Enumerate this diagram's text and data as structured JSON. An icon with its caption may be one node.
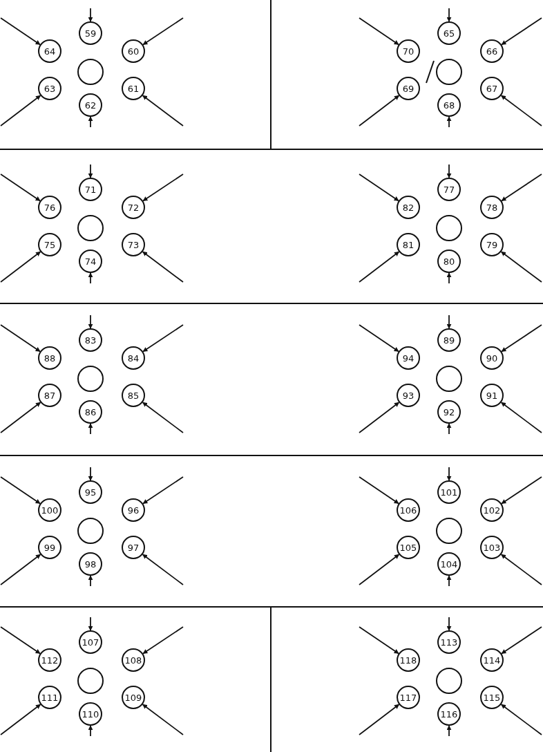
{
  "diagram": {
    "nodes": [
      {
        "text": [
          "59"
        ]
      },
      {
        "text": [
          "64"
        ]
      },
      {
        "text": [
          "60"
        ]
      },
      {
        "text": [],
        "shape": "circle"
      },
      {
        "text": [
          "63"
        ]
      },
      {
        "text": [
          "61"
        ]
      },
      {
        "text": [
          "62"
        ]
      },
      {
        "text": [
          "65"
        ]
      },
      {
        "text": [
          "70"
        ]
      },
      {
        "text": [
          "66"
        ]
      },
      {
        "text": [],
        "shape": "circle"
      },
      {
        "text": [
          "69"
        ]
      },
      {
        "text": [
          "67"
        ]
      },
      {
        "text": [
          "68"
        ]
      },
      {
        "text": [
          "71"
        ]
      },
      {
        "text": [
          "76"
        ]
      },
      {
        "text": [
          "72"
        ]
      },
      {
        "text": [],
        "shape": "circle"
      },
      {
        "text": [
          "75"
        ]
      },
      {
        "text": [
          "73"
        ]
      },
      {
        "text": [
          "74"
        ]
      },
      {
        "text": [
          "77"
        ]
      },
      {
        "text": [
          "82"
        ]
      },
      {
        "text": [
          "78"
        ]
      },
      {
        "text": [],
        "shape": "circle"
      },
      {
        "text": [
          "81"
        ]
      },
      {
        "text": [
          "79"
        ]
      },
      {
        "text": [
          "80"
        ]
      },
      {
        "text": [
          "83"
        ]
      },
      {
        "text": [
          "88"
        ]
      },
      {
        "text": [
          "84"
        ]
      },
      {
        "text": [],
        "shape": "circle"
      },
      {
        "text": [
          "87"
        ]
      },
      {
        "text": [
          "85"
        ]
      },
      {
        "text": [
          "86"
        ]
      },
      {
        "text": [
          "89"
        ]
      },
      {
        "text": [
          "94"
        ]
      },
      {
        "text": [
          "90"
        ]
      },
      {
        "text": [],
        "shape": "circle"
      },
      {
        "text": [
          "93"
        ]
      },
      {
        "text": [
          "91"
        ]
      },
      {
        "text": [
          "92"
        ]
      },
      {
        "text": [
          "95"
        ]
      },
      {
        "text": [
          "100"
        ]
      },
      {
        "text": [
          "96"
        ]
      },
      {
        "text": [],
        "shape": "circle"
      },
      {
        "text": [
          "99"
        ]
      },
      {
        "text": [
          "97"
        ]
      },
      {
        "text": [
          "98"
        ]
      },
      {
        "text": [
          "101"
        ]
      },
      {
        "text": [
          "106"
        ]
      },
      {
        "text": [
          "102"
        ]
      },
      {
        "text": [],
        "shape": "circle"
      },
      {
        "text": [
          "105"
        ]
      },
      {
        "text": [
          "103"
        ]
      },
      {
        "text": [
          "104"
        ]
      },
      {
        "text": [
          "107"
        ]
      },
      {
        "text": [
          "112"
        ]
      },
      {
        "text": [
          "108"
        ]
      },
      {
        "text": [],
        "shape": "circle"
      },
      {
        "text": [
          "111"
        ]
      },
      {
        "text": [
          "109"
        ]
      },
      {
        "text": [
          "110"
        ]
      },
      {
        "text": [
          "113"
        ]
      },
      {
        "text": [
          "118"
        ]
      },
      {
        "text": [
          "114"
        ]
      },
      {
        "text": [],
        "shape": "circle"
      },
      {
        "text": [
          "117"
        ]
      },
      {
        "text": [
          "115"
        ]
      },
      {
        "text": [
          "116"
        ]
      }
    ],
    "edges": [
      {
        "from": null,
        "to": 0,
        "arrow": "to"
      },
      {
        "from": null,
        "to": 1,
        "arrow": "to"
      },
      {
        "from": null,
        "to": 2,
        "arrow": "to"
      },
      {
        "from": null,
        "to": 4,
        "arrow": "to"
      },
      {
        "from": null,
        "to": 5,
        "arrow": "to"
      },
      {
        "from": null,
        "to": 6,
        "arrow": "to"
      },
      {
        "from": null,
        "to": 7,
        "arrow": "to"
      },
      {
        "from": null,
        "to": 8,
        "arrow": "to"
      },
      {
        "from": null,
        "to": 9,
        "arrow": "to"
      },
      {
        "from": null,
        "to": 11,
        "arrow": "to"
      },
      {
        "from": null,
        "to": 12,
        "arrow": "to"
      },
      {
        "from": null,
        "to": 13,
        "arrow": "to"
      },
      {
        "from": null,
        "to": 14,
        "arrow": "to"
      },
      {
        "from": null,
        "to": 15,
        "arrow": "to"
      },
      {
        "from": null,
        "to": 16,
        "arrow": "to"
      },
      {
        "from": null,
        "to": 18,
        "arrow": "to"
      },
      {
        "from": null,
        "to": 19,
        "arrow": "to"
      },
      {
        "from": null,
        "to": 20,
        "arrow": "to"
      },
      {
        "from": null,
        "to": 21,
        "arrow": "to"
      },
      {
        "from": null,
        "to": 22,
        "arrow": "to"
      },
      {
        "from": null,
        "to": 23,
        "arrow": "to"
      },
      {
        "from": null,
        "to": 25,
        "arrow": "to"
      },
      {
        "from": null,
        "to": 26,
        "arrow": "to"
      },
      {
        "from": null,
        "to": 27,
        "arrow": "to"
      },
      {
        "from": null,
        "to": 28,
        "arrow": "to"
      },
      {
        "from": null,
        "to": 29,
        "arrow": "to"
      },
      {
        "from": null,
        "to": 30,
        "arrow": "to"
      },
      {
        "from": null,
        "to": 32,
        "arrow": "to"
      },
      {
        "from": null,
        "to": 33,
        "arrow": "to"
      },
      {
        "from": null,
        "to": 34,
        "arrow": "to"
      },
      {
        "from": null,
        "to": 35,
        "arrow": "to"
      },
      {
        "from": null,
        "to": 36,
        "arrow": "to"
      },
      {
        "from": null,
        "to": 37,
        "arrow": "to"
      },
      {
        "from": null,
        "to": 39,
        "arrow": "to"
      },
      {
        "from": null,
        "to": 40,
        "arrow": "to"
      },
      {
        "from": null,
        "to": 41,
        "arrow": "to"
      },
      {
        "from": null,
        "to": 42,
        "arrow": "to"
      },
      {
        "from": null,
        "to": 43,
        "arrow": "to"
      },
      {
        "from": null,
        "to": 44,
        "arrow": "to"
      },
      {
        "from": null,
        "to": 46,
        "arrow": "to"
      },
      {
        "from": null,
        "to": 47,
        "arrow": "to"
      },
      {
        "from": null,
        "to": 48,
        "arrow": "to"
      },
      {
        "from": null,
        "to": 49,
        "arrow": "to"
      },
      {
        "from": null,
        "to": 50,
        "arrow": "to"
      },
      {
        "from": null,
        "to": 51,
        "arrow": "to"
      },
      {
        "from": null,
        "to": 53,
        "arrow": "to"
      },
      {
        "from": null,
        "to": 54,
        "arrow": "to"
      },
      {
        "from": null,
        "to": 55,
        "arrow": "to"
      },
      {
        "from": null,
        "to": 56,
        "arrow": "to"
      },
      {
        "from": null,
        "to": 57,
        "arrow": "to"
      },
      {
        "from": null,
        "to": 58,
        "arrow": "to"
      },
      {
        "from": null,
        "to": 60,
        "arrow": "to"
      },
      {
        "from": null,
        "to": 61,
        "arrow": "to"
      },
      {
        "from": null,
        "to": 62,
        "arrow": "to"
      },
      {
        "from": null,
        "to": 63,
        "arrow": "to"
      },
      {
        "from": null,
        "to": 64,
        "arrow": "to"
      },
      {
        "from": null,
        "to": 65,
        "arrow": "to"
      },
      {
        "from": null,
        "to": 67,
        "arrow": "to"
      },
      {
        "from": null,
        "to": 68,
        "arrow": "to"
      },
      {
        "from": null,
        "to": 69,
        "arrow": "to"
      }
    ]
  }
}
